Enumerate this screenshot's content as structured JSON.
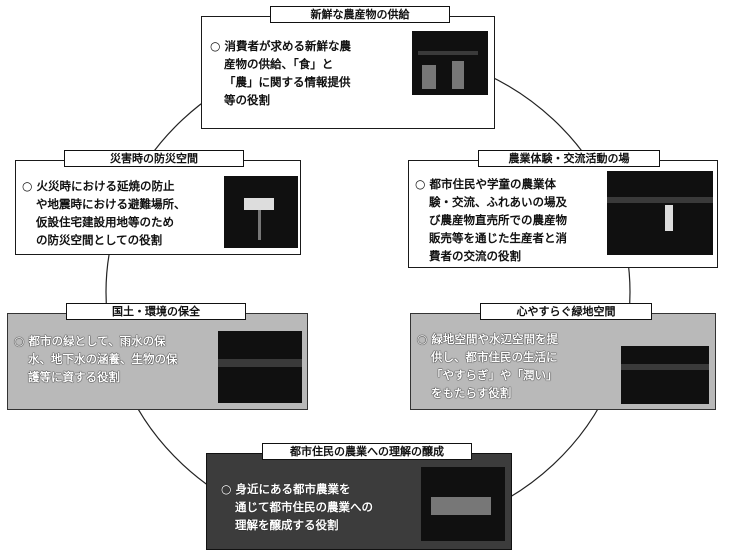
{
  "nodes": {
    "supply": {
      "title": "新鮮な農産物の供給",
      "mark": "○",
      "lines": [
        "消費者が求める新鮮な農",
        "産物の供給、「食」と",
        "「農」に関する情報提供",
        "等の役割"
      ]
    },
    "disaster": {
      "title": "災害時の防災空間",
      "mark": "○",
      "lines": [
        "火災時における延焼の防止",
        "や地震時における避難場所、",
        "仮設住宅建設用地等のため",
        "の防災空間としての役割"
      ]
    },
    "farming": {
      "title": "農業体験・交流活動の場",
      "mark": "○",
      "lines": [
        "都市住民や学童の農業体",
        "験・交流、ふれあいの場及",
        "び農産物直売所での農産物",
        "販売等を通じた生産者と消",
        "費者の交流の役割"
      ]
    },
    "environment": {
      "title": "国土・環境の保全",
      "mark": "○",
      "lines": [
        "都市の緑として、雨水の保",
        "水、地下水の涵養、生物の保",
        "護等に資する役割"
      ]
    },
    "greenspace": {
      "title": "心やすらぐ緑地空間",
      "mark": "○",
      "lines": [
        "緑地空間や水辺空間を提",
        "供し、都市住民の生活に",
        "「やすらぎ」や「潤い」",
        "をもたらす役割"
      ]
    },
    "understanding": {
      "title": "都市住民の農業への理解の醸成",
      "mark": "○",
      "lines": [
        "身近にある都市農業を",
        "通じて都市住民の農業への",
        "理解を醸成する役割"
      ]
    }
  }
}
